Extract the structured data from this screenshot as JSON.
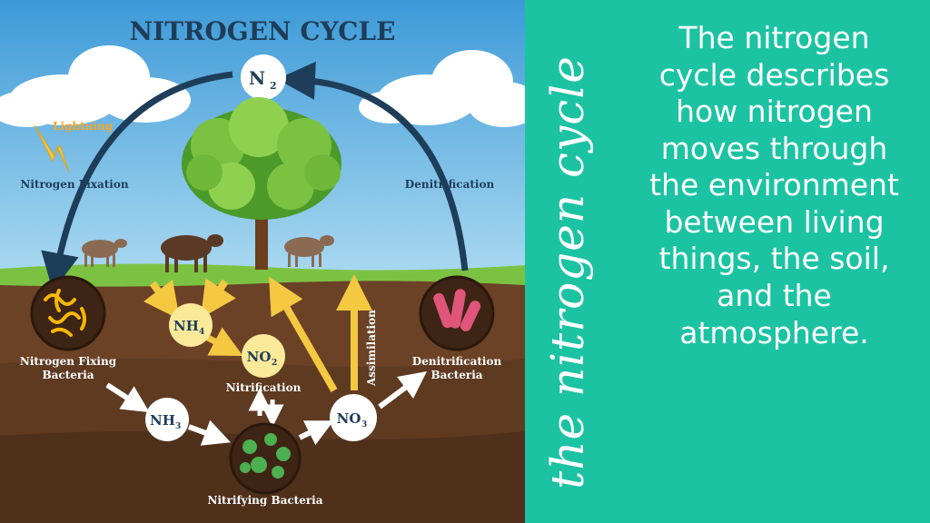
{
  "diagram": {
    "title": "NITROGEN CYCLE",
    "nodes": {
      "n2": "N",
      "n2_sub": "2",
      "nh4": "NH",
      "nh4_sub": "4",
      "no2": "NO",
      "no2_sub": "2",
      "nh3": "NH",
      "nh3_sub": "3",
      "no3": "NO",
      "no3_sub": "3"
    },
    "labels": {
      "lightning": "Lightning",
      "nitrogen_fixation": "Nitrogen Fixation",
      "denitrification": "Denitrification",
      "nitrogen_fixing_bacteria_1": "Nitrogen Fixing",
      "nitrogen_fixing_bacteria_2": "Bacteria",
      "nitrification": "Nitrification",
      "assimilation": "Assimilation",
      "denitrification_bacteria_1": "Denitrification",
      "denitrification_bacteria_2": "Bacteria",
      "nitrifying_bacteria": "Nitrifying Bacteria"
    },
    "colors": {
      "sky": "#4aa8e0",
      "soil": "#6b4226",
      "grass": "#7cc242",
      "title": "#1e3d59",
      "arrow_dark": "#1e3d59",
      "arrow_yellow": "#f5c842"
    }
  },
  "panel": {
    "vertical_title": "the nitrogen cycle",
    "lines": [
      "The nitrogen",
      "cycle describes",
      "how nitrogen",
      "moves through",
      "the environment",
      "between living",
      "things, the soil,",
      "and the",
      "atmosphere."
    ],
    "background": "#1cc3a3"
  }
}
